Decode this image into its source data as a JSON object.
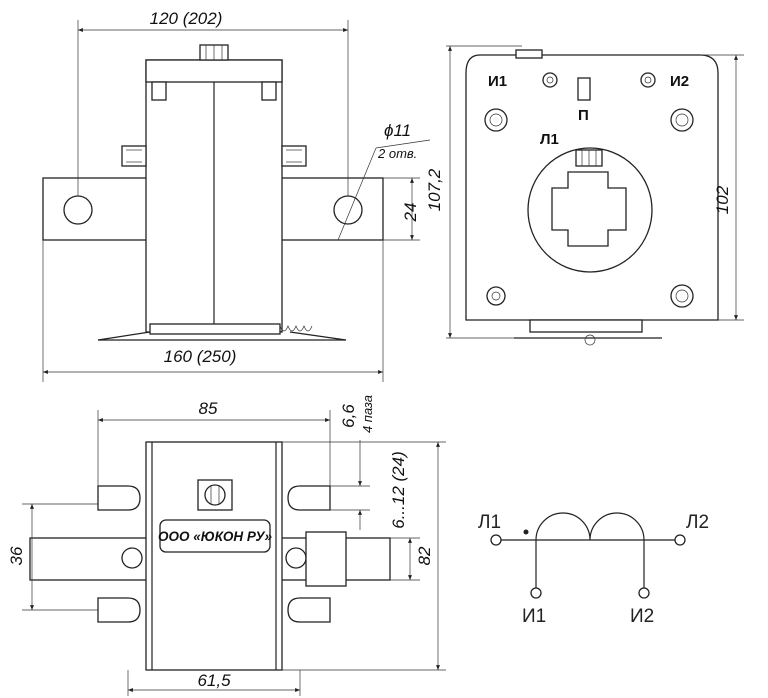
{
  "front_view": {
    "dim_top": "120 (202)",
    "dim_bottom": "160 (250)",
    "dim_hole": "ϕ11",
    "dim_holes_note": "2 отв.",
    "dim_bar_height": "24"
  },
  "side_view": {
    "dim_height_outer": "107,2",
    "dim_height_inner": "102",
    "label_i1": "И1",
    "label_i2": "И2",
    "label_p": "П",
    "label_l1": "Л1"
  },
  "top_view": {
    "dim_top": "85",
    "dim_slot": "6,6",
    "dim_slot_note": "4 паза",
    "dim_slot_range": "6...12 (24)",
    "dim_left": "36",
    "dim_right": "82",
    "dim_bottom": "61,5",
    "plate_text": "ООО «ЮКОН РУ»"
  },
  "schematic": {
    "l1": "Л1",
    "l2": "Л2",
    "i1": "И1",
    "i2": "И2"
  }
}
